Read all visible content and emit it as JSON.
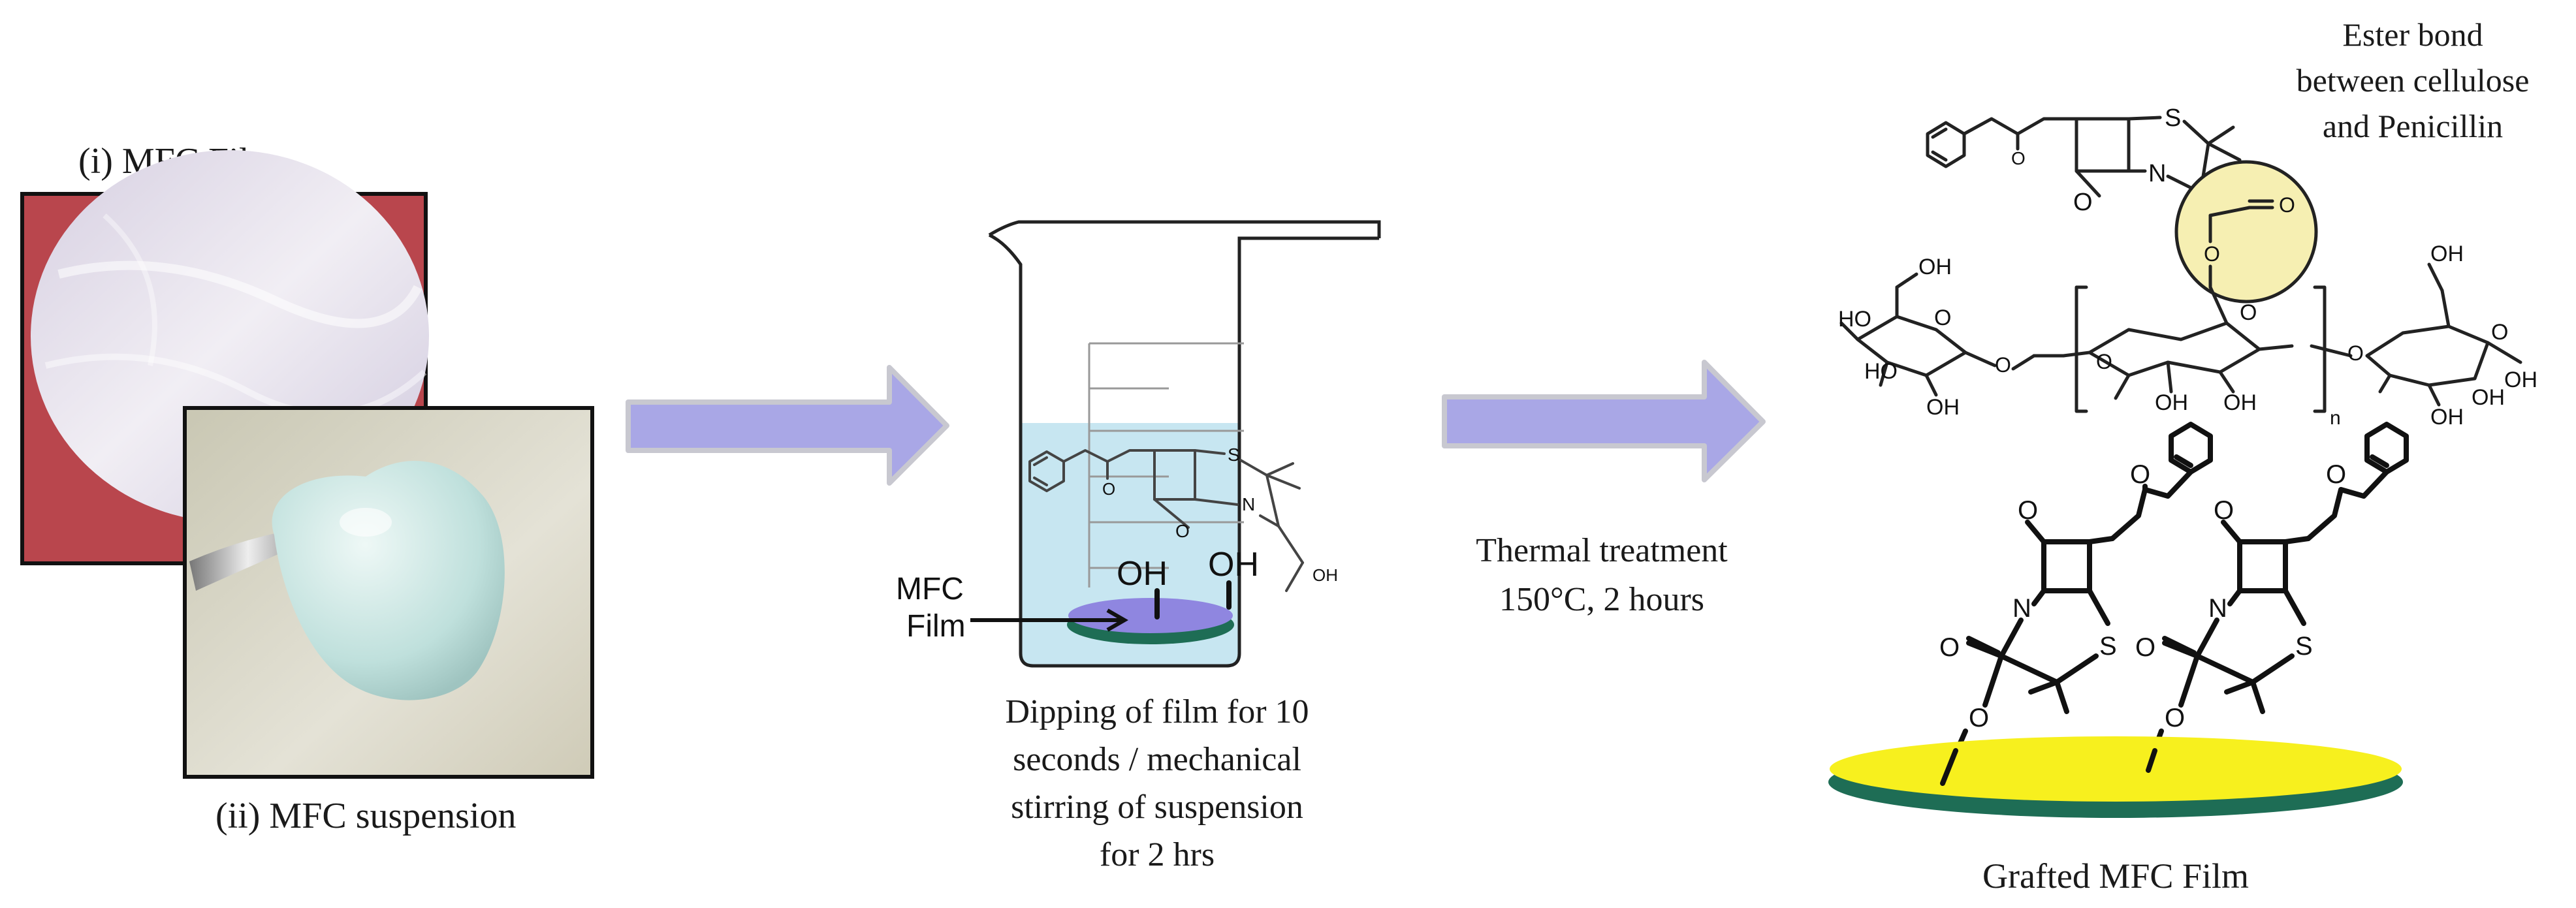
{
  "photos": {
    "film_label": "(i) MFC Film",
    "suspension_label": "(ii) MFC suspension"
  },
  "beaker": {
    "film_label_line1": "MFC",
    "film_label_line2": "Film",
    "oh_left": "OH",
    "oh_right": "OH",
    "caption_lines": [
      "Dipping of film for 10",
      "seconds / mechanical",
      "stirring of suspension",
      "for  2 hrs"
    ],
    "molecule_atoms": {
      "s": "S",
      "n": "N",
      "o": "O",
      "oh": "OH"
    }
  },
  "treatment": {
    "line1": "Thermal treatment",
    "line2": "150°C, 2 hours"
  },
  "product": {
    "ester_note_lines": [
      "Ester bond",
      "between cellulose",
      "and Penicillin"
    ],
    "cellulose_labels": {
      "oh": "OH",
      "ho": "HO",
      "o": "O",
      "n": "n"
    },
    "atoms": {
      "s": "S",
      "n": "N",
      "o": "O"
    },
    "caption": "Grafted MFC Film"
  },
  "colors": {
    "arrow_fill": "#a9a7e6",
    "arrow_stroke": "#c8c8d0",
    "liquid": "#c7e6f1",
    "film_purple": "#8f86e0",
    "film_yellow": "#f7f01e",
    "film_edge": "#1e6d55",
    "ester_circle": "#f6efb2"
  }
}
